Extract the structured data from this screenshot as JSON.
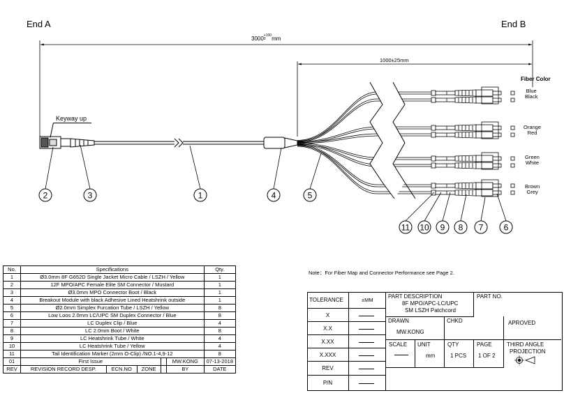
{
  "ends": {
    "a": "End A",
    "b": "End B"
  },
  "dims": {
    "total_main": "3000",
    "total_tol_plus": "+100",
    "total_tol_minus": "0",
    "total_unit": "mm",
    "breakout": "1000±25mm"
  },
  "labels": {
    "keyway": "Keyway up",
    "fiber_color_title": "Fiber Color"
  },
  "fiber_colors": [
    [
      "Blue",
      "Black"
    ],
    [
      "Orange",
      "Red"
    ],
    [
      "Green",
      "White"
    ],
    [
      "Brown",
      "Grey"
    ]
  ],
  "balloons": [
    "2",
    "3",
    "1",
    "4",
    "5",
    "11",
    "10",
    "9",
    "8",
    "7",
    "6"
  ],
  "note": "Note：For Fiber Map and Connector Performance see Page 2.",
  "bom": {
    "headers": {
      "no": "No.",
      "spec": "Specifications",
      "qty": "Qty."
    },
    "rows": [
      {
        "no": "1",
        "spec": "Ø3.0mm 8F G652D Single Jacket Micro Cable / LSZH / Yellow",
        "qty": "1"
      },
      {
        "no": "2",
        "spec": "12F MPO/APC Female Elite SM Connector / Mustard",
        "qty": "1"
      },
      {
        "no": "3",
        "spec": "Ø3.0mm MPO Connector Boot / Black",
        "qty": "1"
      },
      {
        "no": "4",
        "spec": "Breakout Module with black Adhesive Lined Heatshrink outside",
        "qty": "1"
      },
      {
        "no": "5",
        "spec": "Ø2.0mm Simplex Furcation Tube / LSZH / Yellow",
        "qty": "8"
      },
      {
        "no": "6",
        "spec": "Low Loos 2.0mm LC/UPC SM Duplex Connector / Blue",
        "qty": "8"
      },
      {
        "no": "7",
        "spec": "LC Duplex Clip / Blue",
        "qty": "4"
      },
      {
        "no": "8",
        "spec": "LC 2.0mm Boot / White",
        "qty": "8"
      },
      {
        "no": "9",
        "spec": "LC Heatshrink Tube / White",
        "qty": "4"
      },
      {
        "no": "10",
        "spec": "LC Heatshrink Tube / Yellow",
        "qty": "4"
      },
      {
        "no": "11",
        "spec": "Tail Identification Marker (2mm O-Clip) /NO.1-4,9-12",
        "qty": "8"
      }
    ],
    "revision": {
      "rev": "01",
      "desc": "First Issue",
      "by": "MW.KONG",
      "date": "07-13-2018"
    },
    "rev_headers": {
      "rev": "REV",
      "desc": "REVISION RECORD DESP.",
      "ecn": "ECN.NO",
      "zone": "ZONE",
      "by": "BY",
      "date": "DATE"
    }
  },
  "title_block": {
    "tolerance_label": "TOLERANCE",
    "tolerance_unit": "±MM",
    "tolerance_rows": [
      "X",
      "X.X",
      "X.XX",
      "X.XXX"
    ],
    "rev_label": "REV",
    "pn_label": "P/N",
    "part_desc_label": "PART DESCRIPTION",
    "part_desc_1": "8F MPO/APC-LC/UPC",
    "part_desc_2": "SM LSZH Patchcord",
    "part_no_label": "PART NO.",
    "drawn_label": "DRAWN",
    "drawn_value": "MW.KONG",
    "chkd_label": "CHKD",
    "approved_label": "APROVED",
    "scale_label": "SCALE",
    "unit_label": "UNIT",
    "unit_value": "mm",
    "qty_label": "QTY",
    "qty_value": "1 PCS",
    "page_label": "PAGE",
    "page_value": "1 OF 2",
    "projection_1": "THIRD ANGLE",
    "projection_2": "PROJECTION"
  }
}
